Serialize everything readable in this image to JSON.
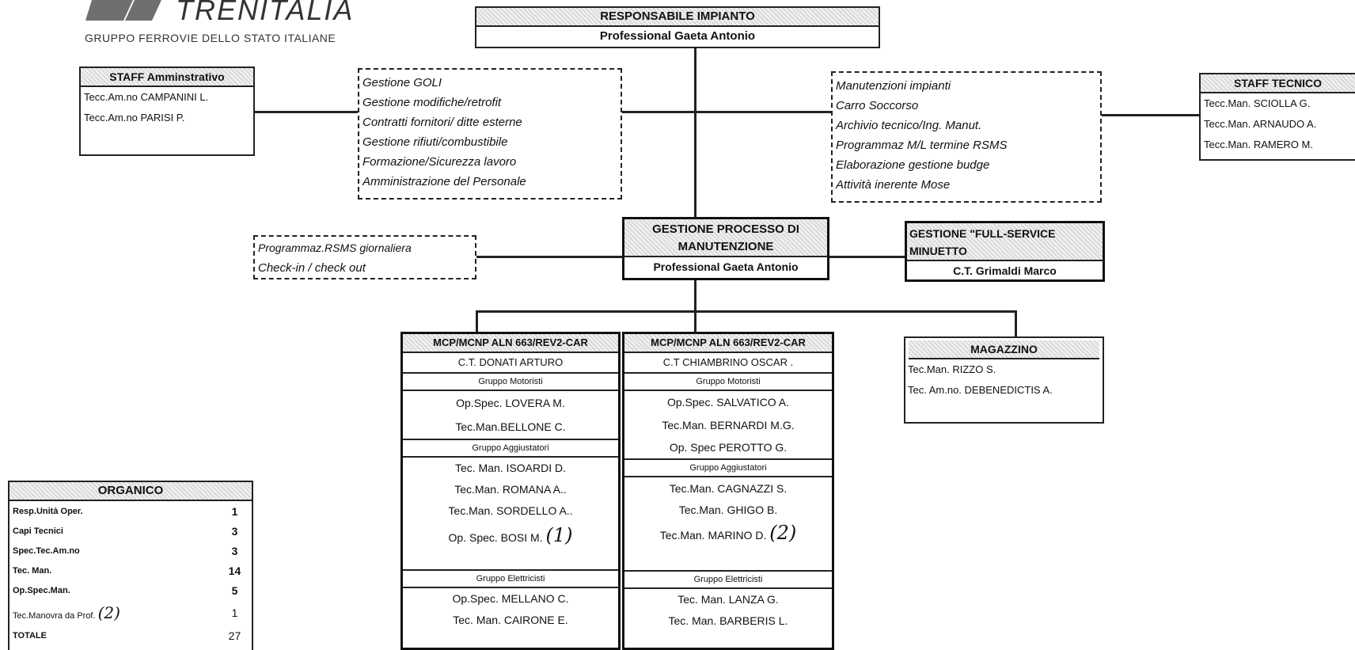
{
  "logo": {
    "brand": "TRENITALIA",
    "subtitle": "GRUPPO FERROVIE DELLO STATO ITALIANE"
  },
  "responsabile": {
    "title": "RESPONSABILE IMPIANTO",
    "name": "Professional Gaeta Antonio"
  },
  "staff_amm": {
    "title": "STAFF Amminstrativo",
    "members": [
      "Tecc.Am.no CAMPANINI L.",
      "Tecc.Am.no PARISI P."
    ]
  },
  "left_tasks": [
    "Gestione GOLI",
    "Gestione modifiche/retrofit",
    "Contratti fornitori/ ditte esterne",
    "Gestione rifiuti/combustibile",
    "Formazione/Sicurezza lavoro",
    "Amministrazione del Personale"
  ],
  "right_tasks": [
    "Manutenzioni impianti",
    "Carro Soccorso",
    "Archivio tecnico/Ing. Manut.",
    "Programmaz M/L termine RSMS",
    "Elaborazione gestione budge",
    "Attività inerente Mose"
  ],
  "staff_tec": {
    "title": "STAFF TECNICO",
    "members": [
      "Tecc.Man. SCIOLLA G.",
      "Tecc.Man. ARNAUDO A.",
      "Tecc.Man. RAMERO M."
    ]
  },
  "processo": {
    "title_line1": "GESTIONE PROCESSO DI",
    "title_line2": "MANUTENZIONE",
    "name": "Professional Gaeta Antonio"
  },
  "rsms_tasks": [
    "Programmaz.RSMS giornaliera",
    "Check-in / check out"
  ],
  "full_service": {
    "title_line1": "GESTIONE \"FULL-SERVICE",
    "title_line2": "MINUETTO",
    "name": "C.T. Grimaldi Marco"
  },
  "mcp1": {
    "title": "MCP/MCNP ALN 663/REV2-CAR",
    "head": "C.T. DONATI ARTURO",
    "g1": "Gruppo Motoristi",
    "g1_members": [
      "Op.Spec. LOVERA M.",
      "Tec.Man.BELLONE C."
    ],
    "g2": "Gruppo Aggiustatori",
    "g2_members": [
      "Tec. Man. ISOARDI D.",
      "Tec.Man. ROMANA A..",
      "Tec.Man. SORDELLO A..",
      "Op. Spec. BOSI M."
    ],
    "note": "(1)",
    "g3": "Gruppo Elettricisti",
    "g3_members": [
      "Op.Spec. MELLANO C.",
      "Tec. Man. CAIRONE E."
    ]
  },
  "mcp2": {
    "title": "MCP/MCNP ALN 663/REV2-CAR",
    "head": "C.T CHIAMBRINO OSCAR .",
    "g1": "Gruppo Motoristi",
    "g1_members": [
      "Op.Spec. SALVATICO A.",
      "Tec.Man. BERNARDI M.G.",
      "Op. Spec PEROTTO G."
    ],
    "g2": "Gruppo Aggiustatori",
    "g2_members": [
      "Tec.Man. CAGNAZZI S.",
      "Tec.Man. GHIGO B.",
      "Tec.Man. MARINO D."
    ],
    "note": "(2)",
    "g3": "Gruppo Elettricisti",
    "g3_members": [
      "Tec. Man. LANZA G.",
      "Tec. Man. BARBERIS L."
    ]
  },
  "magazzino": {
    "title": "MAGAZZINO",
    "members": [
      "Tec.Man. RIZZO S.",
      "Tec. Am.no. DEBENEDICTIS A."
    ]
  },
  "organico": {
    "title": "ORGANICO",
    "rows": [
      {
        "label": "Resp.Unità Oper.",
        "value": "1"
      },
      {
        "label": "Capi Tecnici",
        "value": "3"
      },
      {
        "label": "Spec.Tec.Am.no",
        "value": "3"
      },
      {
        "label": "Tec. Man.",
        "value": "14"
      },
      {
        "label": "Op.Spec.Man.",
        "value": "5"
      },
      {
        "label": "Tec.Manovra da Prof.",
        "value": "1"
      },
      {
        "label": "TOTALE",
        "value": "27"
      }
    ],
    "note": "(2)"
  }
}
